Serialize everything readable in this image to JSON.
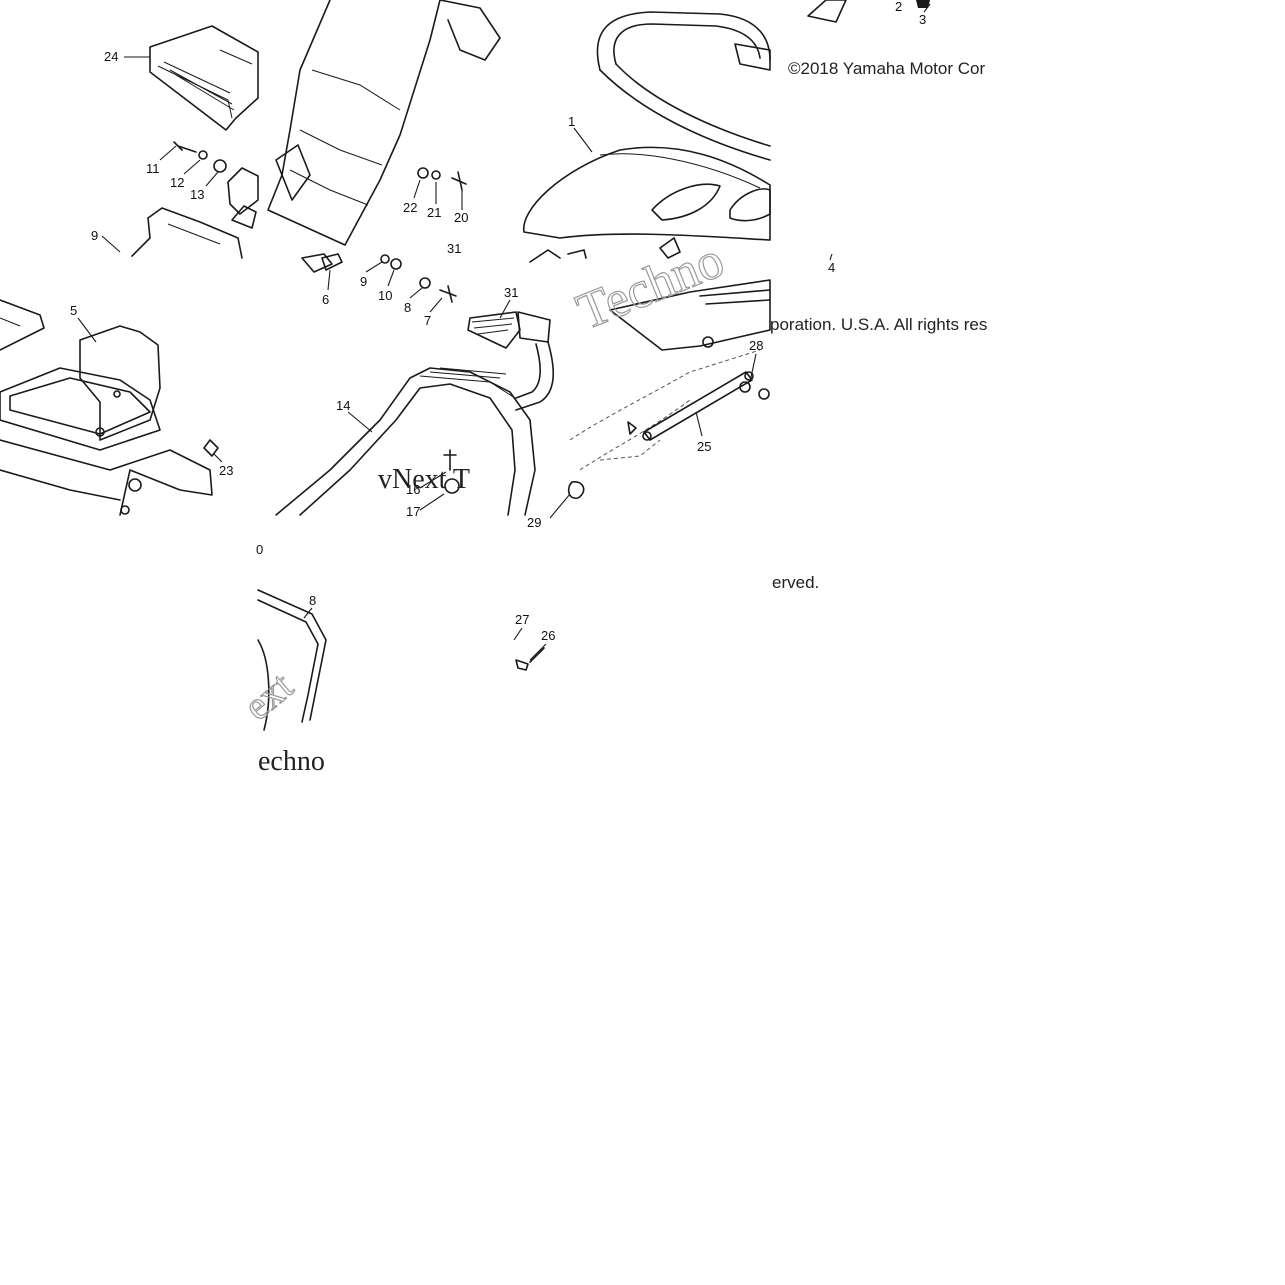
{
  "copyright": {
    "line1": "©2018 Yamaha Motor Cor",
    "line2": "poration. U.S.A. All rights res",
    "line3": "erved."
  },
  "watermark": {
    "text1": "Techno",
    "text2": "vNext T",
    "text3": "echno",
    "text4": "ext"
  },
  "callouts": {
    "p1": "1",
    "p2": "2",
    "p3": "3",
    "p4": "4",
    "p5": "5",
    "p6": "6",
    "p7": "7",
    "p8a": "8",
    "p8b": "8",
    "p9a": "9",
    "p9b": "9",
    "p10a": "10",
    "p10b": "0",
    "p11": "11",
    "p12": "12",
    "p13": "13",
    "p14": "14",
    "p16": "16",
    "p17": "17",
    "p20": "20",
    "p21": "21",
    "p22": "22",
    "p23": "23",
    "p24": "24",
    "p25": "25",
    "p26": "26",
    "p27": "27",
    "p28": "28",
    "p29": "29",
    "p31a": "31",
    "p31b": "31"
  }
}
